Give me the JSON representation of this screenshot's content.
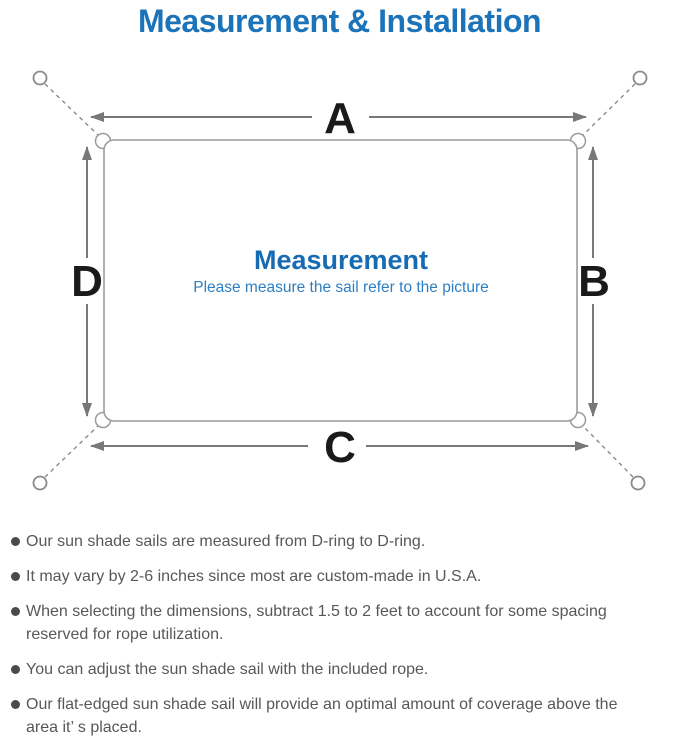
{
  "title": "Measurement & Installation",
  "colors": {
    "title_blue": "#1b73b9",
    "heading_blue": "#176bb3",
    "subtitle_blue": "#2e7fc2",
    "line_gray": "#9c9c9c",
    "arrow_gray": "#787878",
    "letter_black": "#1a1a1a",
    "note_text": "#585858",
    "bullet_dot": "#4a4a4a"
  },
  "diagram": {
    "labels": {
      "top": "A",
      "right": "B",
      "bottom": "C",
      "left": "D"
    },
    "center_heading": "Measurement",
    "center_subtitle": "Please measure the sail refer to the picture"
  },
  "notes": [
    "Our sun shade sails are measured from D-ring to D-ring.",
    "It may vary by 2-6 inches since most are custom-made in U.S.A.",
    "When selecting the dimensions, subtract 1.5 to 2 feet to account for some spacing reserved for rope utilization.",
    "You can adjust the sun shade sail with the included rope.",
    "Our flat-edged sun shade sail will provide an optimal amount of coverage above the area it’ s placed."
  ]
}
